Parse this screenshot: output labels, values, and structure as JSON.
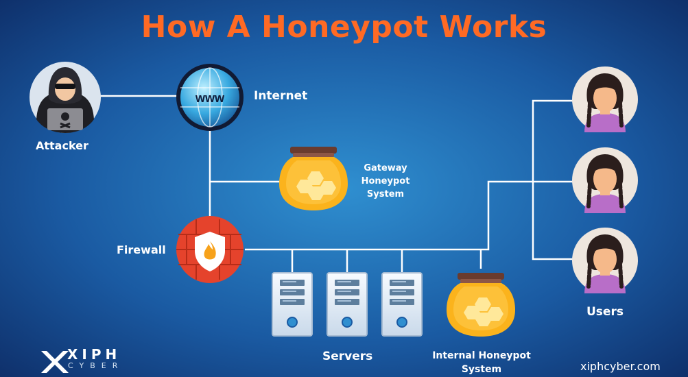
{
  "title": "How A Honeypot Works",
  "labels": {
    "internet": "Internet",
    "attacker": "Attacker",
    "gateway_honeypot": "Gateway Honeypot System",
    "firewall": "Firewall",
    "users": "Users",
    "servers": "Servers",
    "internal_honeypot": "Internal Honeypot System"
  },
  "globe_text": "www",
  "brand": {
    "logo_main": "XIPH",
    "logo_sub": "CYBER",
    "website": "xiphcyber.com"
  },
  "icons": [
    "attacker-icon",
    "globe-icon",
    "honeypot-jar-icon",
    "firewall-shield-icon",
    "server-icon",
    "user-avatar-icon",
    "xiph-logo-icon"
  ],
  "colors": {
    "title": "#ff6a24",
    "background_dark": "#0d2a63",
    "background_light": "#2f8fd0",
    "connector": "#ffffff",
    "honey": "#fbb31c",
    "firewall": "#e5432c",
    "user_shirt": "#b86ec8"
  }
}
